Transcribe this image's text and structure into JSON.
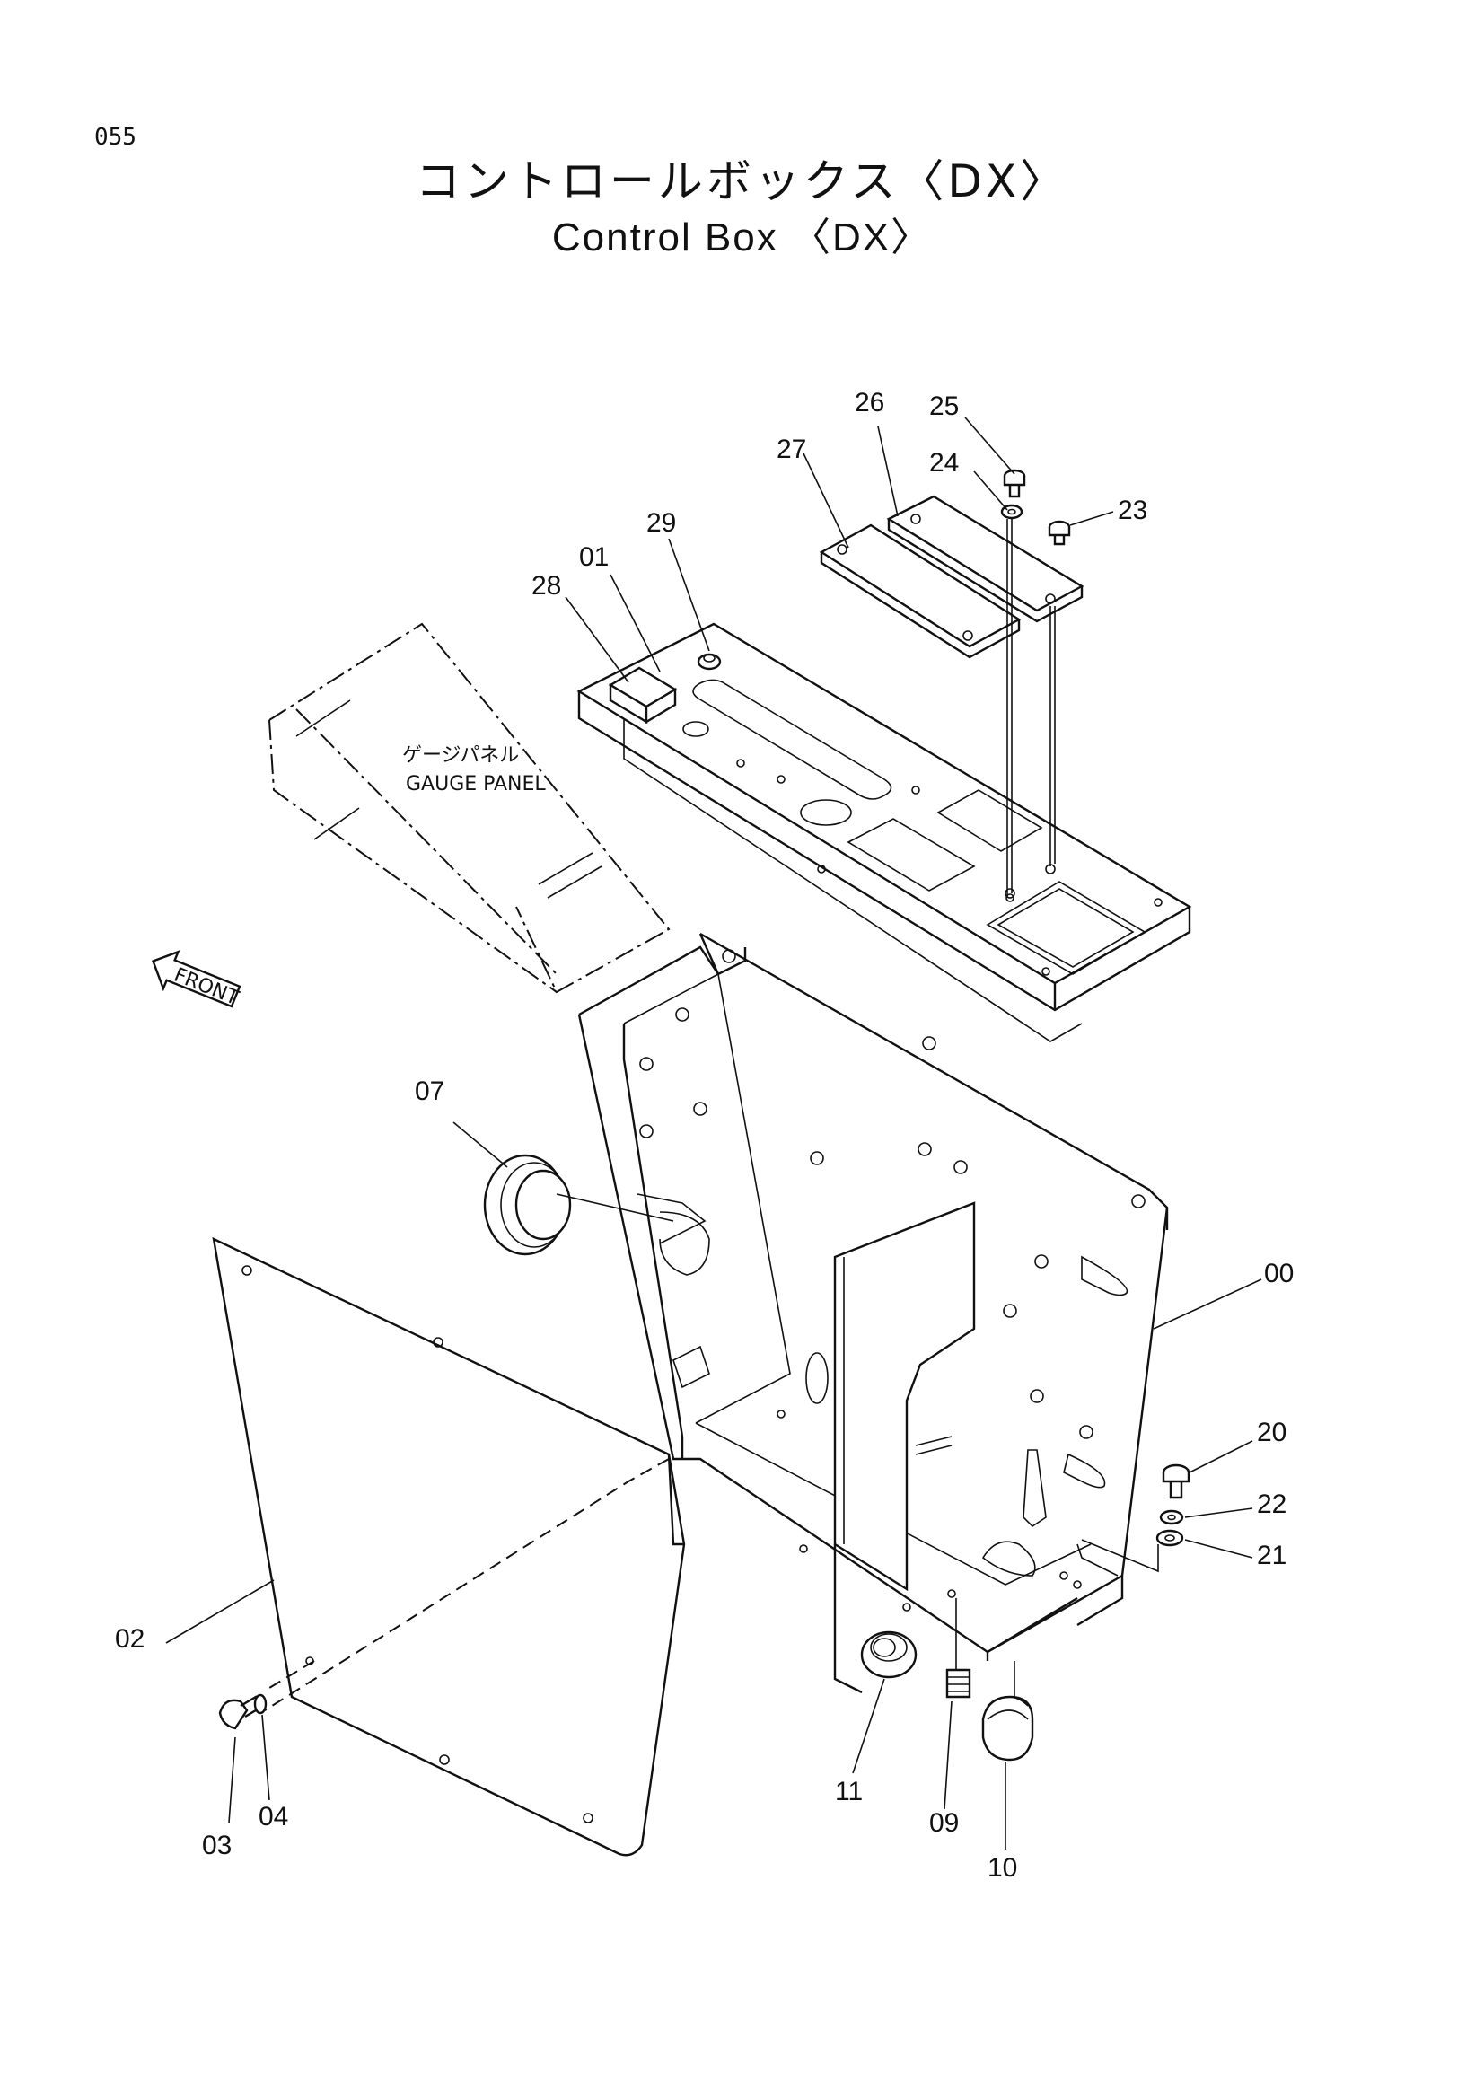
{
  "page_number": "055",
  "title_jp": "コントロールボックス〈DX〉",
  "title_en": "Control Box 〈DX〉",
  "gauge_panel": {
    "label_jp": "ゲージパネル",
    "label_en": "GAUGE PANEL"
  },
  "front_arrow": "FRONT",
  "parts": [
    {
      "id": "00"
    },
    {
      "id": "01"
    },
    {
      "id": "02"
    },
    {
      "id": "03"
    },
    {
      "id": "04"
    },
    {
      "id": "07"
    },
    {
      "id": "09"
    },
    {
      "id": "10"
    },
    {
      "id": "11"
    },
    {
      "id": "20"
    },
    {
      "id": "21"
    },
    {
      "id": "22"
    },
    {
      "id": "23"
    },
    {
      "id": "24"
    },
    {
      "id": "25"
    },
    {
      "id": "26"
    },
    {
      "id": "27"
    },
    {
      "id": "28"
    },
    {
      "id": "29"
    }
  ]
}
